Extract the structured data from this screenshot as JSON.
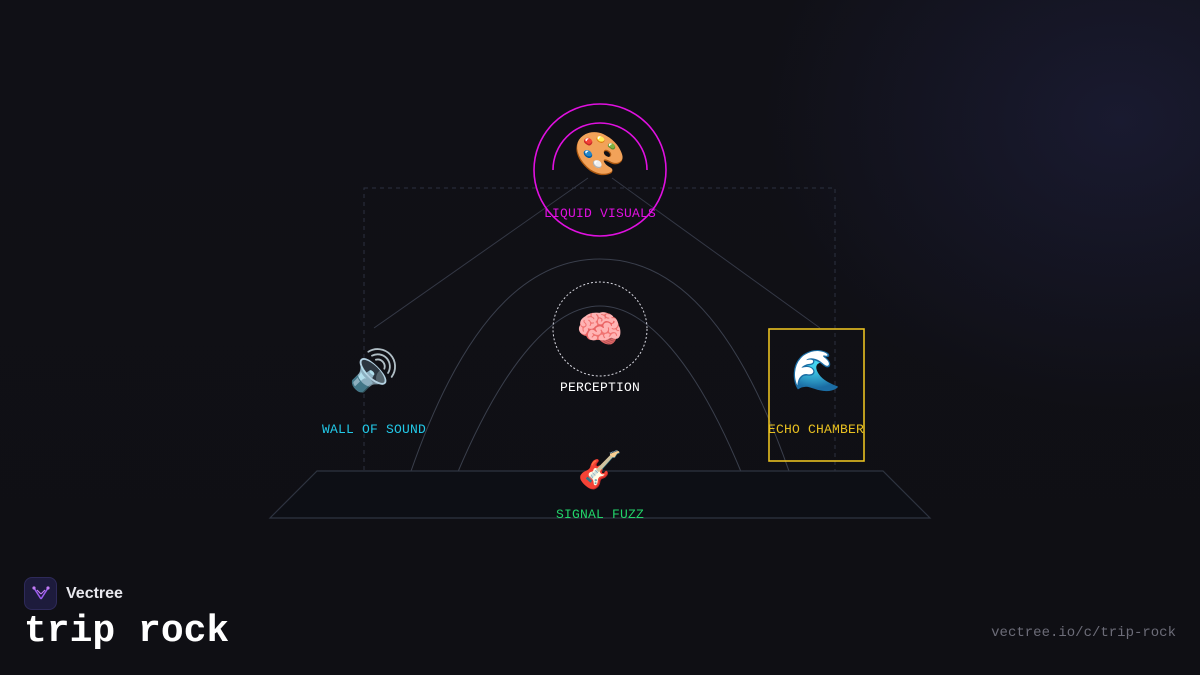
{
  "brand": {
    "name": "Vectree",
    "logo_icon": "vectree-logo-icon"
  },
  "title": "trip rock",
  "url": "vectree.io/c/trip-rock",
  "colors": {
    "background": "#0f0f14",
    "liquid_visuals": "#e010e0",
    "wall_of_sound": "#22c9e8",
    "echo_chamber": "#e8c020",
    "signal_fuzz": "#22d46a",
    "perception": "#ffffff",
    "structure_lines": "#3a3f4c"
  },
  "nodes": {
    "liquid_visuals": {
      "label": "LIQUID VISUALS",
      "icon": "🎨",
      "icon_name": "palette-icon"
    },
    "perception": {
      "label": "PERCEPTION",
      "icon": "🧠",
      "icon_name": "brain-icon"
    },
    "wall_of_sound": {
      "label": "WALL OF SOUND",
      "icon": "🔊",
      "icon_name": "speaker-icon"
    },
    "echo_chamber": {
      "label": "ECHO CHAMBER",
      "icon": "🌊",
      "icon_name": "wave-icon"
    },
    "signal_fuzz": {
      "label": "SIGNAL FUZZ",
      "icon": "🎸",
      "icon_name": "guitar-icon"
    }
  }
}
